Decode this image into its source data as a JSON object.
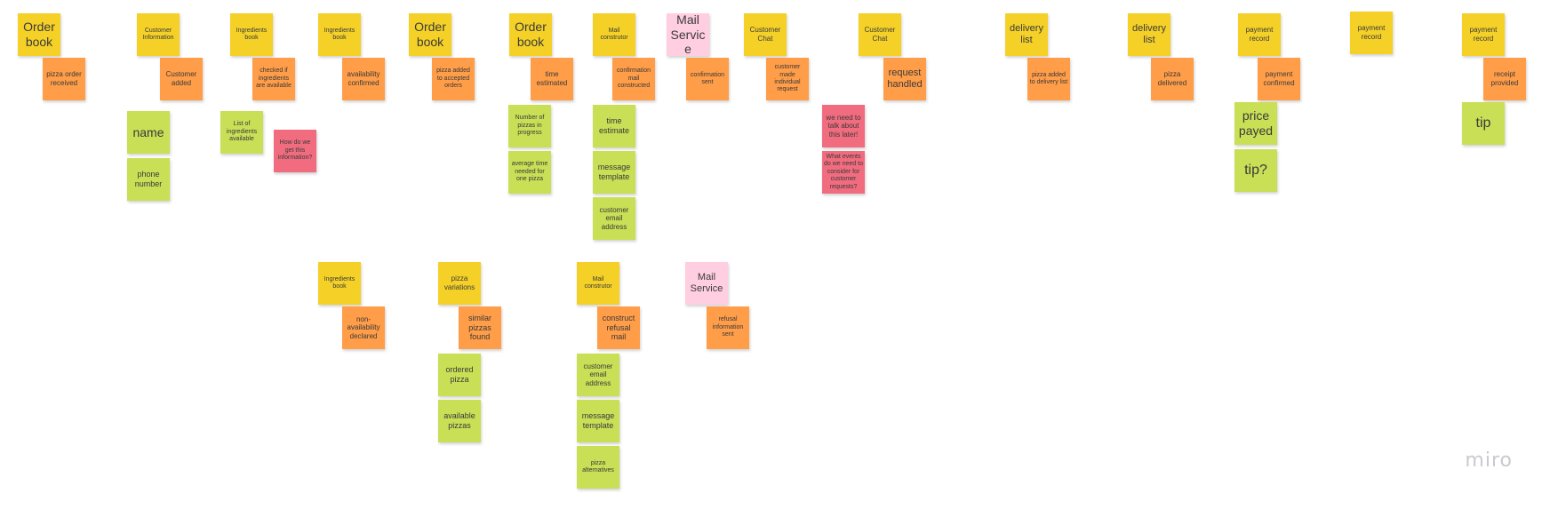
{
  "notes": {
    "order_book_1": "Order book",
    "pizza_order_received": "pizza order received",
    "customer_information": "Customer Information",
    "customer_added": "Customer added",
    "name": "name",
    "phone_number": "phone number",
    "ingredients_book_1": "Ingredients book",
    "checked_if_ingredients_available": "checked if ingredients are available",
    "list_of_ingredients_available": "List of ingredients available",
    "how_do_we_get_info": "How do we get this information?",
    "ingredients_book_2": "Ingredients book",
    "availability_confirmed": "availability confirmed",
    "order_book_2": "Order book",
    "pizza_added_to_accepted_orders": "pizza added to accepted orders",
    "order_book_3": "Order book",
    "time_estimated": "time estimated",
    "number_of_pizzas_in_progress": "Number of pizzas in progress",
    "average_time_needed": "average time needed for one pizza",
    "mail_construtor_1": "Mail construtor",
    "confirmation_mail_constructed": "confirmation mail constructed",
    "time_estimate": "time estimate",
    "message_template_1": "message template",
    "customer_email_address_1": "customer email address",
    "mail_service_1": "Mail Service",
    "confirmation_sent": "confirmation sent",
    "customer_chat_1": "Customer Chat",
    "customer_made_individual_request": "customer made individual request",
    "we_need_to_talk_later": "we need to talk about this later!",
    "what_events_to_consider": "What events do we need to consider for customer requests?",
    "customer_chat_2": "Customer Chat",
    "request_handled": "request handled",
    "delivery_list_1": "delivery list",
    "pizza_added_to_delivery_list": "pizza added to delivery list",
    "delivery_list_2": "delivery list",
    "pizza_delivered": "pizza delivered",
    "payment_record_1": "payment record",
    "payment_confirmed": "payment confirmed",
    "price_payed": "price payed",
    "tip_question": "tip?",
    "payment_record_2": "payment record",
    "payment_record_3": "payment record",
    "receipt_provided": "receipt provided",
    "tip": "tip",
    "ingredients_book_3": "Ingredients book",
    "non_availability_declared": "non-availability declared",
    "pizza_variations": "pizza variations",
    "similar_pizzas_found": "similar pizzas found",
    "ordered_pizza": "ordered pizza",
    "available_pizzas": "available pizzas",
    "mail_construtor_2": "Mail construtor",
    "construct_refusal_mail": "construct refusal mail",
    "customer_email_address_2": "customer email address",
    "message_template_2": "message template",
    "pizza_alternatives": "pizza alternatives",
    "mail_service_2": "Mail Service",
    "refusal_information_sent": "refusal information sent"
  },
  "branding": {
    "logo_text": "miro"
  },
  "colors": {
    "yellow": "#f5d128",
    "orange": "#ff9d48",
    "green": "#c9df56",
    "red": "#f16c7f",
    "pink": "#ffcee0"
  }
}
